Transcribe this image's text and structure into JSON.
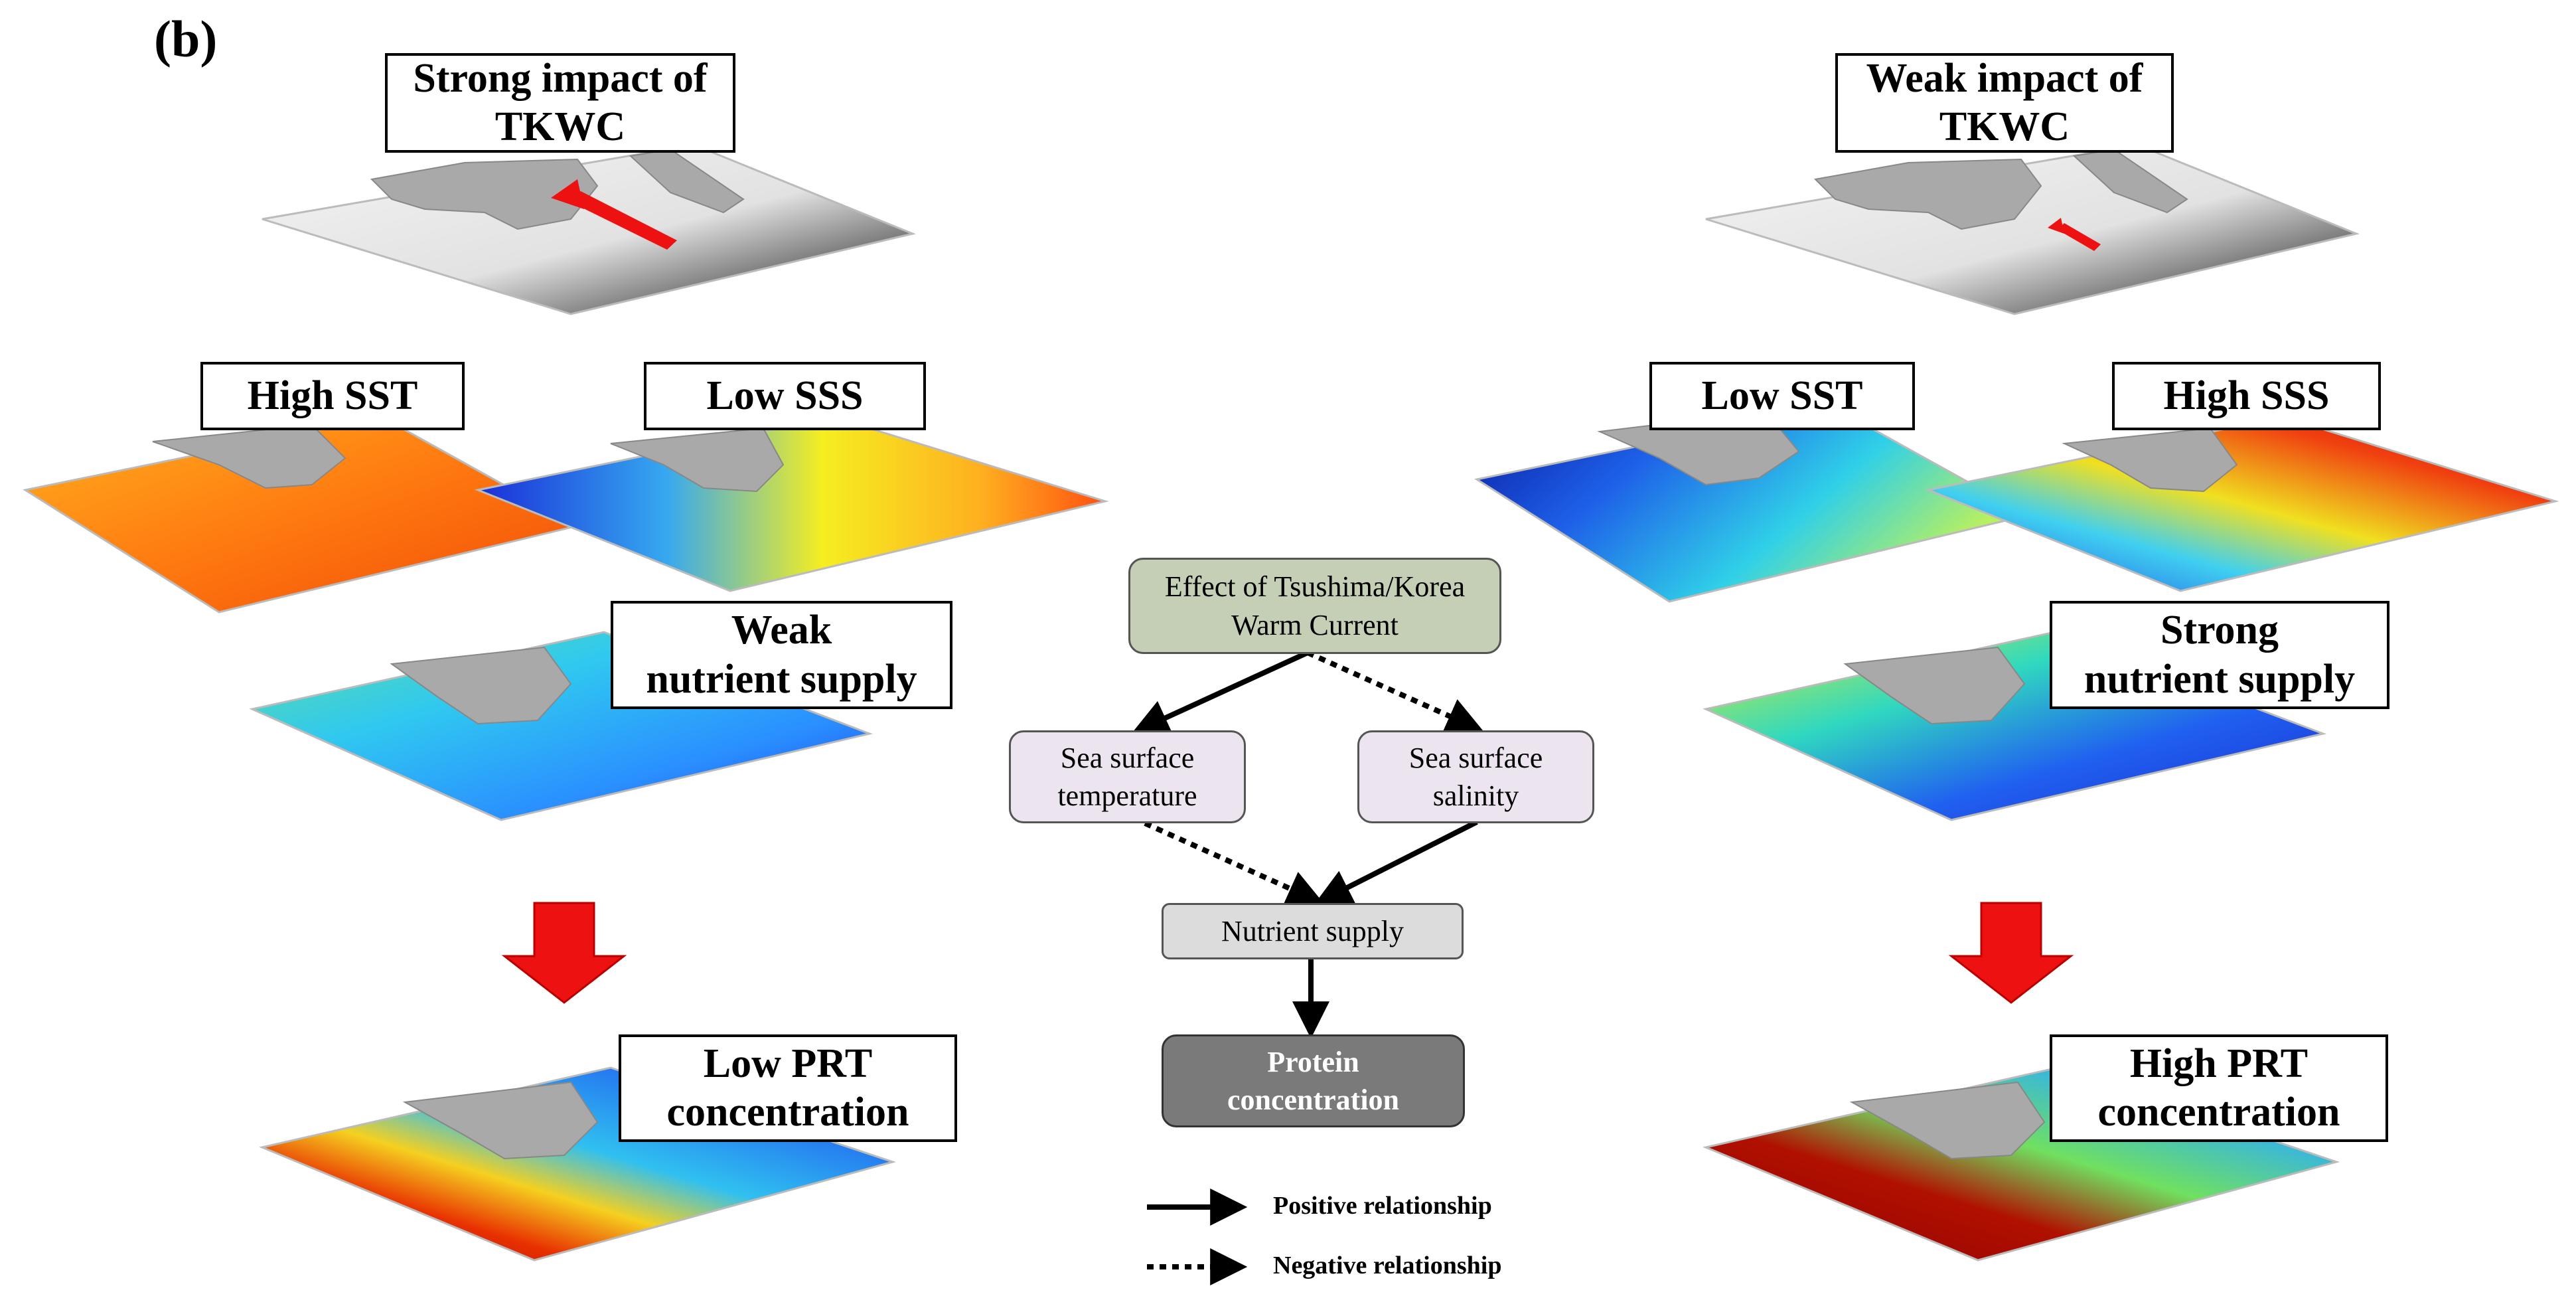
{
  "panel_label": "(b)",
  "left": {
    "tkwc_label": "Strong impact of\nTKWC",
    "sst_label": "High SST",
    "sss_label": "Low SSS",
    "nutrient_label": "Weak\nnutrient supply",
    "prt_label": "Low PRT\nconcentration"
  },
  "right": {
    "tkwc_label": "Weak impact of\nTKWC",
    "sst_label": "Low SST",
    "sss_label": "High SSS",
    "nutrient_label": "Strong\nnutrient supply",
    "prt_label": "High PRT\nconcentration"
  },
  "flow": {
    "effect": "Effect of Tsushima/Korea\nWarm Current",
    "sst": "Sea surface\ntemperature",
    "sss": "Sea surface\nsalinity",
    "nutrient": "Nutrient supply",
    "protein": "Protein\nconcentration"
  },
  "legend": {
    "positive": "Positive relationship",
    "negative": "Negative relationship"
  },
  "colors": {
    "effect_fill": "#c5cfb6",
    "var_fill": "#ece4ef",
    "nutrient_fill": "#dcdcdc",
    "protein_fill": "#7a7a7a",
    "arrow_red": "#ee1111",
    "land": "#a9a9a9"
  }
}
